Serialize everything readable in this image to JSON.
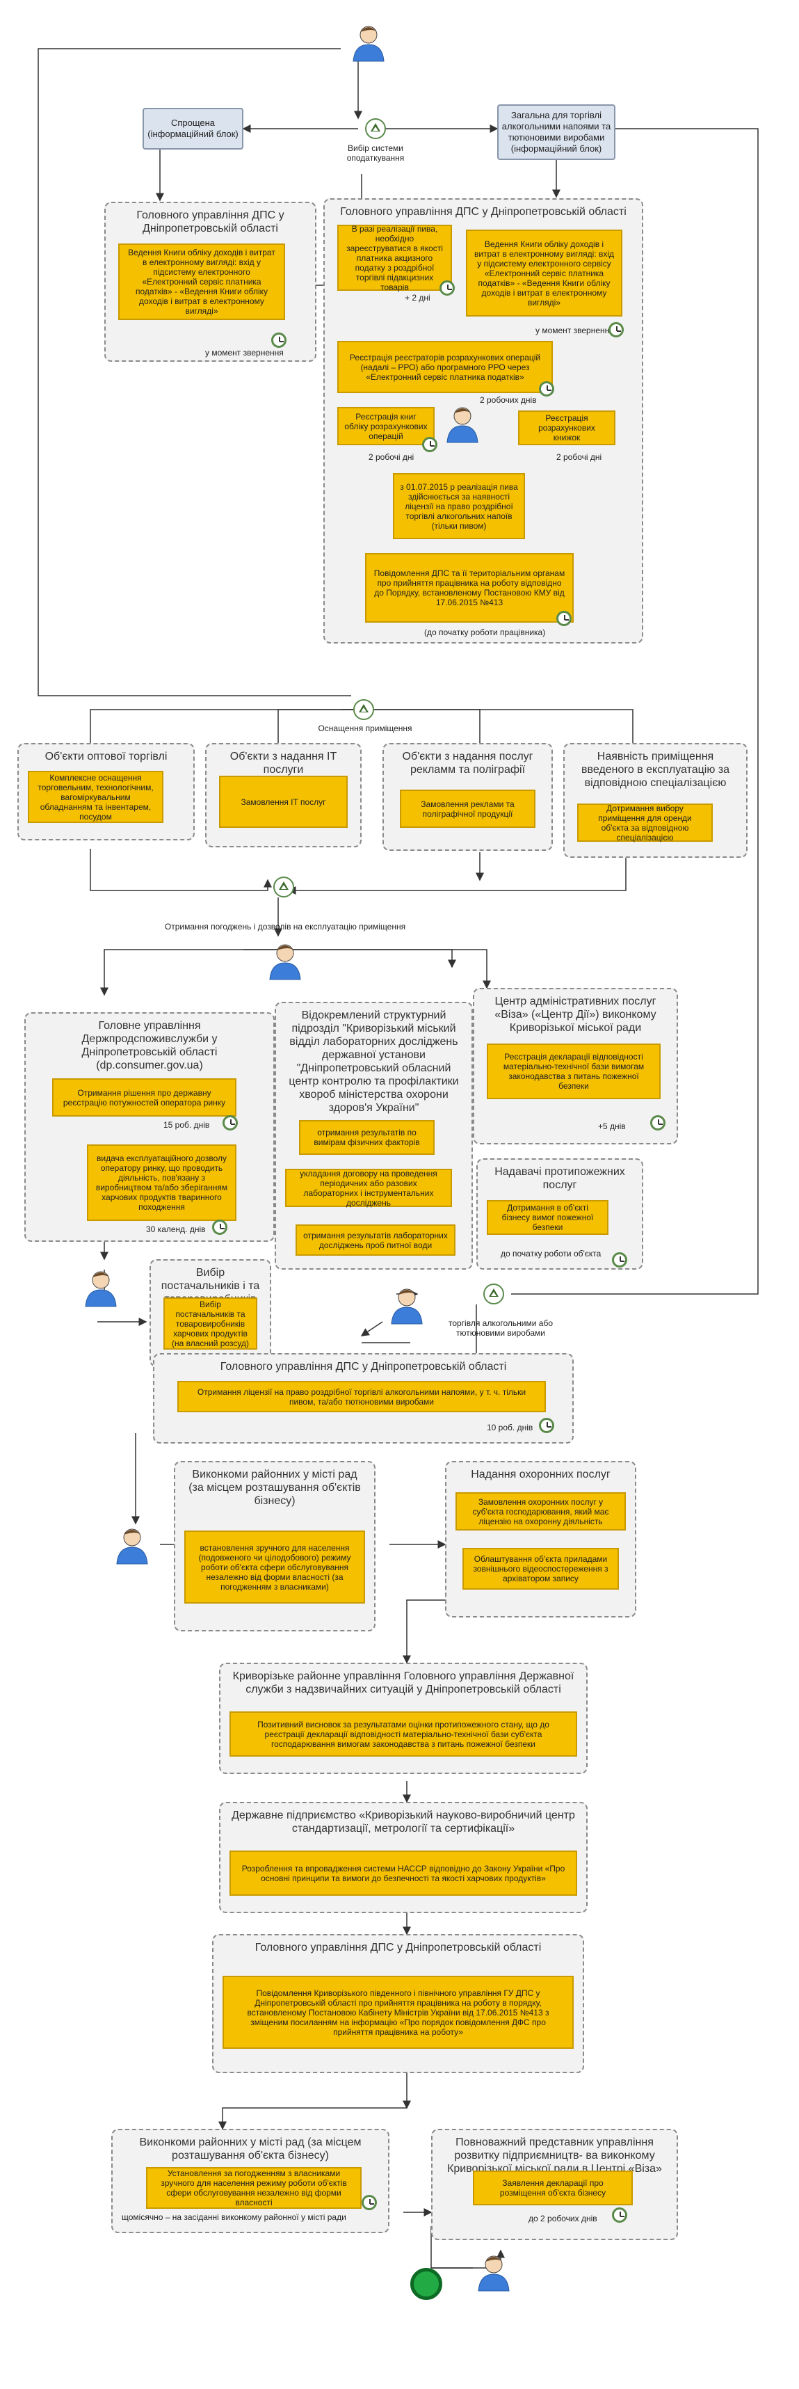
{
  "info_boxes": {
    "simplified": "Спрощена (інформаційний блок)",
    "general": "Загальна для торгівлі алкогольними напоями та тютюновими виробами (інформаційний блок)"
  },
  "gateways": {
    "tax_system": "Вибір системи оподаткування",
    "premises": "Оснащення приміщення",
    "permits": "Отримання погоджень і дозволів на експлуатацію приміщення",
    "alcohol": "торгівля алкогольними або тютюновими виробами"
  },
  "groups": {
    "dps_simple": "Головного управління ДПС у Дніпропетровській області",
    "dps_main": "Головного управління ДПС у Дніпропетровській області",
    "wholesale": "Об'єкти оптової торгівлі",
    "it": "Об'єкти з надання IT послуги",
    "advert": "Об'єкти з надання послуг рекламм та поліграфії",
    "special_premises": "Наявність приміщення введеного в експлуатацію за відповідною спеціалізацією",
    "consumer": "Головне управління Держпродспоживслужби у Дніпропетровській області (dp.consumer.gov.ua)",
    "lab": "Відокремлений структурний підрозділ \"Криворізький міський відділ лабораторних досліджень державної установи \"Дніпропетровський обласний центр контролю та профілактики хвороб міністерства охорони здоров'я України\"",
    "cnap": "Центр адміністративних послуг «Віза» («Центр Дії») виконкому Криворізької міської ради",
    "fire": "Надавачі протипожежних послуг",
    "suppliers": "Вибір постачальників і та товаровиробників",
    "dps_license": "Головного управління ДПС у Дніпропетровській області",
    "district_exec": "Виконкоми районних у місті рад (за місцем розташування об'єктів бізнесу)",
    "security": "Надання охоронних послуг",
    "emergency": "Криворізьке районне управління Головного управління Державної служби з надзвичайних ситуацій у Дніпропетровській області",
    "standard": "Державне підприємство «Криворізький науково-виробничий центр стандартизації, метрології та сертифікації»",
    "dps_final": "Головного управління ДПС у Дніпропетровській області",
    "district_exec2": "Виконкоми районних у місті рад (за місцем розташування об'єкта бізнесу)",
    "representative": "Повноважний представник управління розвитку підприємництв- ва виконкому Криворізької міської ради в Центрі «Віза»"
  },
  "tasks": {
    "books_simple": "Ведення Книги обліку доходів і витрат в електронному вигляді: вхід у підсистему електронного «Електронний сервіс платника податків» - «Ведення Книги обліку доходів і витрат в електронному вигляді»",
    "payer_register": "В разі реалізації пива, необхідно зареєструватися в якості платника акцизного податку з роздрібної торгівлі підакцизних товарів",
    "books_general": "Ведення Книги обліку доходів і витрат в електронному вигляді: вхід у підсистему електронного сервісу «Електронний сервіс платника податків» - «Ведення Книги обліку доходів і витрат в електронному вигляді»",
    "rro_register": "Реєстрація реєстраторів розрахункових операцій (надалі – РРО) або програмного РРО через «Електронний сервіс платника податків»",
    "rro_books": "Реєстрація книг обліку розрахункових операцій",
    "rro_cards": "Реєстрація розрахункових книжок",
    "beer_license": "з 01.07.2015 р реалізація пива здійснюється за наявності ліцензії на право роздрібної торгівлі алкогольних напоїв (тільки пивом)",
    "employee_notice": "Повідомлення ДПС та її територіальним органам про прийняття працівника на роботу відповідно до Порядку, встановленому Постановою КМУ від 17.06.2015 №413",
    "wholesale_equip": "Комплексне оснащення торговельним, технологічним, вагоміркувальним обладнанням та інвентарем, посудом",
    "it_order": "Замовлення IT послуг",
    "advert_order": "Замовлення реклами та поліграфічної продукції",
    "premises_rent": "Дотримання вибору приміщення для оренди об'єкта за відповідною спеціалізацією",
    "state_register": "Отримання рішення про державну реєстрацію потужностей оператора ринку",
    "market_permit": "видача експлуатаційного дозволу оператору ринку, що проводить діяльність, пов'язану з виробництвом та/або зберіганням харчових продуктів тваринного походження",
    "physical_results": "отримання результатів по вимірам фізичних факторів",
    "lab_contract": "укладання договору на проведення періодичних або разових лабораторних і інструментальних досліджень",
    "water_results": "отримання результатів лабораторних досліджень проб питної води",
    "fire_declaration": "Реєстрація декларації відповідності матеріально-технічної бази вимогам законодавства з питань пожежної безпеки",
    "fire_compliance": "Дотримання в об'єкті бізнесу вимог пожежної безпеки",
    "supplier_choice": "Вибір постачальників та товаровиробників харчових продуктів (на власний розсуд)",
    "alcohol_license": "Отримання ліцензії на право роздрібної торгівлі алкогольними напоями, у т. ч. тільки пивом, та/або тютюновими виробами",
    "work_hours": "встановлення зручного для населення (подовженого чи цілодобового) режиму роботи об'єкта сфери обслуговування незалежно від форми власності (за погодженням з власниками)",
    "security_order": "Замовлення охоронних послуг у суб'єкта господарювання, який має ліцензію на охоронну діяльність",
    "security_equip": "Облаштування об'єкта приладами зовнішнього відеоспостереження з архіватором запису",
    "emergency_task": "Позитивний висновок за результатами оцінки протипожежного стану, що до реєстрації декларації відповідності матеріально-технічної бази суб'єкта господарювання вимогам законодавства з питань пожежної безпеки",
    "haccp": "Розроблення та впровадження системи НАССР відповідно до Закону України «Про основні принципи та вимоги до безпечності та якості харчових продуктів»",
    "dps_notice": "Повідомлення Криворізького південного і північного управління ГУ ДПС у Дніпропетровській області про прийняття працівника на роботу в порядку, встановленому Постановою Кабінету Міністрів України від 17.06.2015 №413 з зміщеним посиланням на інформацію «Про порядок повідомлення ДФС про прийняття працівника на роботу»",
    "owners_agree": "Установлення за погодженням з власниками зручного для населення режиму роботи об'єктів сфери обслуговування незалежно від форми власності",
    "register_declaration": "Заявлення декларації про розміщення об'єкта бізнесу"
  },
  "notes": {
    "at_registration_1": "у момент звернення",
    "plus_2_days": "+ 2 дні",
    "at_registration_2": "у момент звернення",
    "two_work_days": "2 робочих днів",
    "two_work_days_a": "2 робочі дні",
    "two_work_days_b": "2 робочі дні",
    "before_hiring": "(до початку роботи працівника)",
    "fifteen_days": "15 роб. днів",
    "thirty_days": "30 календ. днів",
    "five_days": "+5 днів",
    "before_start": "до початку роботи об'єкта",
    "ten_days": "10 роб. днів",
    "monthly": "щомісячно – на засіданні виконкому районної у місті ради",
    "two_work_days_c": "до 2 робочих днів"
  }
}
